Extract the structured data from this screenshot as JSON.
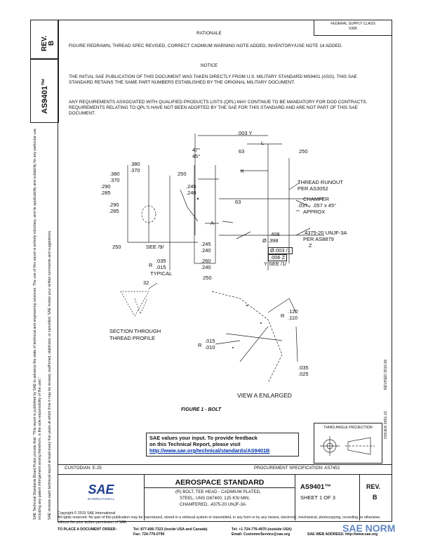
{
  "side": {
    "rev_label": "REV.",
    "rev_value": "B",
    "doc_number": "AS9401™",
    "legal_text": "SAE Technical Standards Board Rules provide that: \"This report is published by SAE to advance the state of technical and engineering sciences. The use of this report is entirely voluntary, and its applicability and suitability for any particular use, including any patent infringement arising therefrom, is the sole responsibility of the user.\"",
    "legal_text2": "SAE reviews each technical report at least every five years at which time it may be revised, reaffirmed, stabilized, or cancelled. SAE invites your written comments and suggestions."
  },
  "header": {
    "fed_supply_label": "FEDERAL SUPPLY CLASS",
    "fed_supply_value": "5306",
    "rationale_title": "RATIONALE",
    "rationale_text": "FIGURE REDRAWN, THREAD SPEC REVISED, CORRECT CADMIUM WARNING NOTE ADDED, INVENTORY/USE NOTE 14 ADDED.",
    "notice_title": "NOTICE",
    "notice_text1": "THE INITIAL SAE PUBLICATION OF THIS DOCUMENT WAS TAKEN DIRECTLY FROM U.S. MILITARY STANDARD MS9401 (ASG). THIS SAE STANDARD RETAINS THE SAME PART NUMBERS ESTABLISHED BY THE ORIGINAL MILITARY DOCUMENT.",
    "notice_text2": "ANY REQUIREMENTS ASSOCIATED WITH QUALIFIED PRODUCTS LISTS (QPL) MAY CONTINUE TO BE MANDATORY FOR DOD CONTRACTS. REQUIREMENTS RELATING TO QPL'S HAVE NOT BEEN ADOPTED BY THE SAE FOR THIS STANDARD AND ARE NOT PART OF THIS SAE DOCUMENT."
  },
  "drawing": {
    "dims": {
      "d003y": ".003 Y",
      "l": "L",
      "a47": "47°",
      "a45": "45°",
      "a63": "63",
      "a250a": "250",
      "d380a": ".380",
      "d370a": ".370",
      "d380b": ".380",
      "d370b": ".370",
      "a250b": "250",
      "k": "K",
      "d290a": ".290",
      "d285a": ".285",
      "d245a": ".245",
      "d240a": ".240",
      "d290b": ".290",
      "d285b": ".285",
      "a63b": "63",
      "thread_runout": "THREAD RUNOUT",
      "per_as3052": "PER AS3052",
      "chamfer": "CHAMFER",
      "chamfer_dim": ".037 - .057 x 45°",
      "approx": "APPROX",
      "a_label": "A",
      "d408": ".408",
      "d398": "Ø .398",
      "thread_spec": ".4375-20 UNJF-3A",
      "per_as8879": "PER AS8879",
      "z": "Z",
      "a250c": "250",
      "see9": "SEE /9/",
      "d245b": ".245",
      "d240b": ".240",
      "tol1": "Ø.003 /1",
      "tol2": ".006  Z",
      "tol3": "Y  SEE /1/",
      "r_label": "R",
      "d035": ".035",
      "d015": ".015",
      "typical": "TYPICAL",
      "d260": ".260",
      "d240c": ".240",
      "a250d": "250",
      "a32": "32",
      "section_label1": "SECTION THROUGH",
      "section_label2": "THREAD PROFILE",
      "r120": ".120",
      "r110": ".110",
      "r_label2": "R",
      "r_label3": "R",
      "r015": ".015",
      "r010": ".010",
      "d035b": ".035",
      "d025": ".025",
      "view_a": "VIEW A ENLARGED",
      "figure_title": "FIGURE 1 - BOLT"
    }
  },
  "issued": {
    "issued": "ISSUED 2001-10",
    "revised": "REVISED 2015-06"
  },
  "third_angle": "THIRD ANGLE PROJECTION",
  "feedback": {
    "line1": "SAE values your input. To provide feedback",
    "line2": "on this Technical Report, please visit",
    "url": "http://www.sae.org/technical/standards/AS9401B"
  },
  "titleblock": {
    "custodian": "CUSTODIAN: E-25",
    "procurement": "PROCUREMENT SPECIFICATION: AS7452",
    "sae_logo": "SAE",
    "sae_sub": "INTERNATIONAL",
    "standard": "AEROSPACE STANDARD",
    "title1": "(R) BOLT, TEE HEAD - CADMIUM PLATED,",
    "title2": "STEEL, UNS G87400, 125 KSI MIN,",
    "title3": "CHAMFERED, .4375-20 UNJF-3A",
    "doc_number": "AS9401™",
    "sheet": "SHEET 1 OF 3",
    "rev_label": "REV.",
    "rev_value": "B"
  },
  "footer": {
    "copyright": "Copyright © 2015 SAE International",
    "rights": "All rights reserved. No part of this publication may be reproduced, stored in a retrieval system or transmitted, in any form or by any means, electronic, mechanical, photocopying, recording, or otherwise, without the prior written permission of SAE.",
    "order_label": "TO PLACE A DOCUMENT ORDER:",
    "tel1": "Tel: 877-606-7323 (inside USA and Canada)",
    "fax": "Fax: 724-776-0790",
    "tel2": "Tel: +1 724-776-4970 (outside USA)",
    "email": "Email: CustomerService@sae.org",
    "web": "SAE WEB ADDRESS: http://www.sae.org",
    "watermark": "SAE NORM"
  }
}
